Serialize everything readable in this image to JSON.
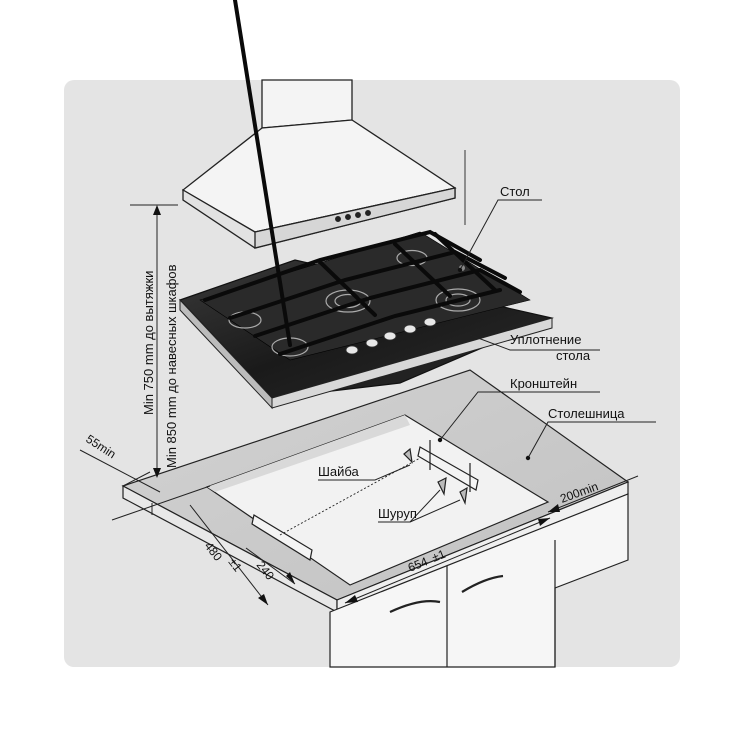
{
  "labels": {
    "table": "Стол",
    "seal_line1": "Уплотнение",
    "seal_line2": "стола",
    "bracket": "Кронштейн",
    "countertop": "Столешница",
    "washer": "Шайба",
    "screw": "Шуруп"
  },
  "dimensions": {
    "hood_clearance": "Min 750 mm до вытяжки",
    "cabinet_clearance": "Min 850 mm до навесных шкафов",
    "edge_min": "55min",
    "rear_min": "200min",
    "depth": "480",
    "depth_tol": "±1",
    "bracket_offset": "240",
    "width": "654",
    "width_tol": "±1"
  },
  "colors": {
    "panel": "#e4e4e4",
    "glass": "#1c1c1c",
    "line": "#222222"
  }
}
